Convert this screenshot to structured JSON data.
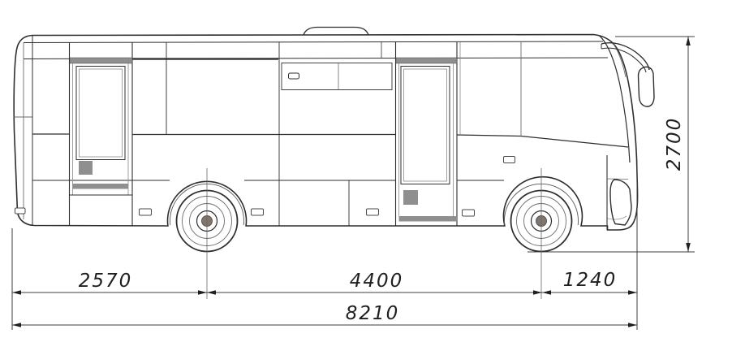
{
  "drawing": {
    "dimensions": {
      "rear_overhang": "2570",
      "wheelbase": "4400",
      "front_overhang": "1240",
      "overall_length": "8210",
      "overall_height": "2700"
    },
    "colors": {
      "main_line": "#2e2e2e",
      "secondary_line": "#6a6a6a",
      "light_line": "#9a9a9a",
      "accent_fill": "#8f8f8f",
      "hub_dot": "#7e766f",
      "dimension_line": "#3c3c3c",
      "background": "#ffffff"
    }
  }
}
